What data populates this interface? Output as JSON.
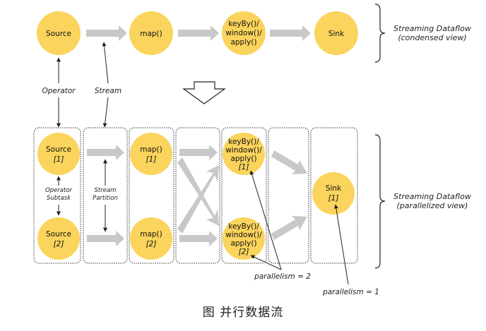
{
  "colors": {
    "node_fill": "#FAD45C",
    "arrow_gray": "#C8C8C8",
    "line": "#222222",
    "group_border": "#333333"
  },
  "condensed": {
    "nodes": [
      {
        "id": "source",
        "lines": [
          "Source"
        ]
      },
      {
        "id": "map",
        "lines": [
          "map()"
        ]
      },
      {
        "id": "keyby",
        "lines": [
          "keyBy()/",
          "window()/",
          "apply()"
        ]
      },
      {
        "id": "sink",
        "lines": [
          "Sink"
        ]
      }
    ],
    "label_operator": "Operator",
    "label_stream": "Stream",
    "brace_label": [
      "Streaming Dataflow",
      "(condensed view)"
    ]
  },
  "parallel": {
    "source1": {
      "name": "Source",
      "idx": "[1]"
    },
    "source2": {
      "name": "Source",
      "idx": "[2]"
    },
    "map1": {
      "name": "map()",
      "idx": "[1]"
    },
    "map2": {
      "name": "map()",
      "idx": "[2]"
    },
    "keyby1": {
      "lines": [
        "keyBy()/",
        "window()/",
        "apply()"
      ],
      "idx": "[1]"
    },
    "keyby2": {
      "lines": [
        "keyBy()/",
        "window()/",
        "apply()"
      ],
      "idx": "[2]"
    },
    "sink1": {
      "name": "Sink",
      "idx": "[1]"
    },
    "operator_subtask": [
      "Operator",
      "Subtask"
    ],
    "stream_partition": [
      "Stream",
      "Partition"
    ],
    "parallelism_2": "parallelism = 2",
    "parallelism_1": "parallelism = 1",
    "brace_label": [
      "Streaming Dataflow",
      "(parallelized view)"
    ]
  },
  "caption": "图 并行数据流"
}
